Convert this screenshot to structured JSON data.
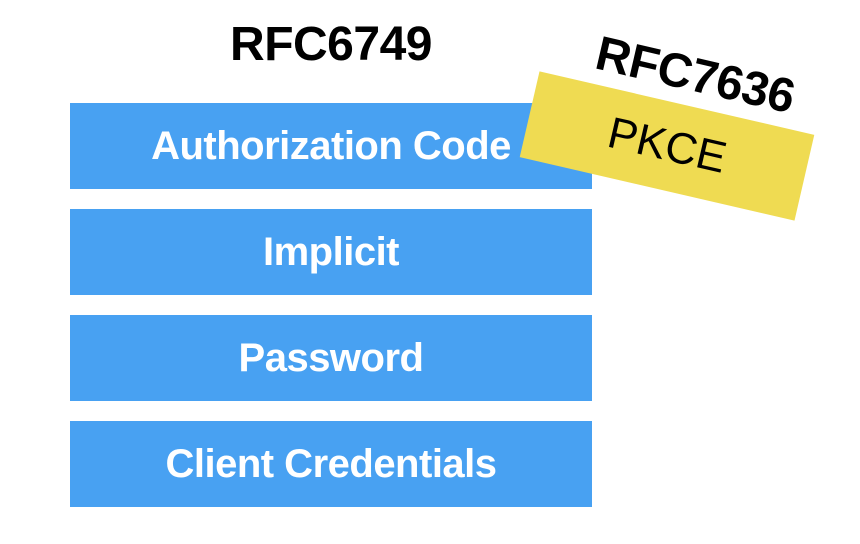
{
  "title": "RFC6749",
  "sticker": {
    "title": "RFC7636",
    "label": "PKCE"
  },
  "bars": {
    "items": [
      {
        "label": "Authorization Code"
      },
      {
        "label": "Implicit"
      },
      {
        "label": "Password"
      },
      {
        "label": "Client Credentials"
      }
    ]
  },
  "colors": {
    "bar_blue": "#48a1f2",
    "bar_text": "#ffffff",
    "sticker_yellow": "#efdb52",
    "title_black": "#000000"
  }
}
